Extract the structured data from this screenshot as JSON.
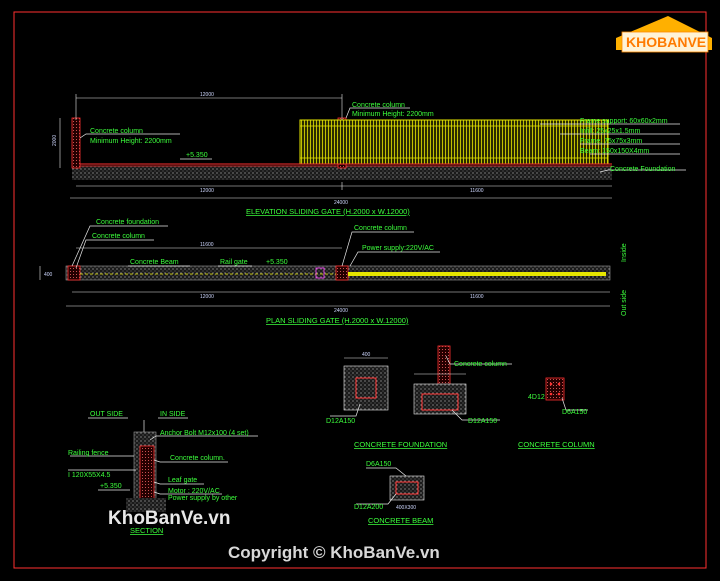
{
  "logo": {
    "text": "KHOBANVE",
    "colors": {
      "k": "#ff8a00",
      "ho": "#ff8a00",
      "ban": "#ffb400",
      "ve": "#ff8a00"
    }
  },
  "colors": {
    "frame": "#ff3030",
    "green": "#3cff3c",
    "yellow": "#e6e600",
    "ground": "#9a9a9a",
    "red": "#ff2020"
  },
  "elevation": {
    "title": "ELEVATION SLIDING GATE (H.2000 x W.12000)",
    "labels": {
      "col_left_1": "Concrete column",
      "col_left_2": "Minimum Height: 2200mm",
      "col_mid_1": "Concrete column",
      "col_mid_2": "Minimum Height: 2200mm",
      "frame_support": "Frame support: 60x60x2mm",
      "infill": "Infill: 25x25x1.5mm",
      "frame": "Frame: 75x75x3mm",
      "beam": "Beam: 150x150X4mm",
      "foundation": "Concrete Foundation",
      "level": "+5.350"
    },
    "dims": {
      "top": "12000",
      "left_side": "2000",
      "bottom_left": "12000",
      "bottom_right": "11600",
      "overall": "24000"
    }
  },
  "plan": {
    "title": "PLAN SLIDING GATE (H.2000 x W.12000)",
    "labels": {
      "foundation": "Concrete foundation",
      "column": "Concrete column",
      "beam": "Concrete Beam",
      "rail": "Rail gate",
      "level": "+5.350",
      "column_right": "Concrete column",
      "power": "Power supply:220V/AC",
      "inside": "Inside",
      "outside": "Out side"
    },
    "dims": {
      "top": "11600",
      "bottom_left": "12000",
      "bottom_right": "11600",
      "overall": "24000",
      "left": "400"
    }
  },
  "section": {
    "title": "SECTION",
    "labels": {
      "outside": "OUT SIDE",
      "inside": "IN SIDE",
      "anchor": "Anchor Bolt M12x100 (4 set)",
      "railing": "Railing fence",
      "profile": "I 120X55X4.5",
      "column": "Concrete column.",
      "level": "+5.350",
      "leaf": "Leaf gate",
      "motor": "Motor : 220V/AC",
      "power": "Power supply by other"
    }
  },
  "foundation_detail": {
    "title": "CONCRETE FOUNDATION",
    "labels": {
      "rebar_a": "D12A150",
      "rebar_b": "D12A150",
      "column": "Concrete column",
      "dim": "400"
    }
  },
  "column_detail": {
    "title": "CONCRETE COLUMN",
    "labels": {
      "main": "4D12",
      "stirrup": "D6A150"
    }
  },
  "beam_detail": {
    "title": "CONCRETE BEAM",
    "labels": {
      "stirrup": "D6A150",
      "main": "D12A200",
      "dim": "400X300"
    }
  },
  "watermark": "KhoBanVe.vn",
  "footer": "Copyright © KhoBanVe.vn"
}
